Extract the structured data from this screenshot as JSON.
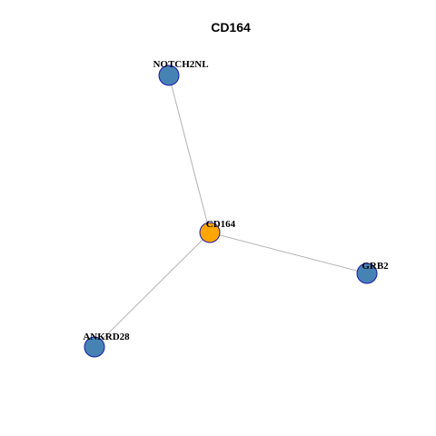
{
  "title": "CD164",
  "colors": {
    "center_node": "#FFA500",
    "neighbor_node": "#4682B4",
    "node_border": "#1A1AA8",
    "edge": "#B3B3B3"
  },
  "nodes": [
    {
      "id": "CD164",
      "label": "CD164",
      "role": "center"
    },
    {
      "id": "NOTCH2NL",
      "label": "NOTCH2NL",
      "role": "neighbor"
    },
    {
      "id": "GRB2",
      "label": "GRB2",
      "role": "neighbor"
    },
    {
      "id": "ANKRD28",
      "label": "ANKRD28",
      "role": "neighbor"
    }
  ],
  "edges": [
    {
      "source": "CD164",
      "target": "NOTCH2NL"
    },
    {
      "source": "CD164",
      "target": "GRB2"
    },
    {
      "source": "CD164",
      "target": "ANKRD28"
    }
  ]
}
